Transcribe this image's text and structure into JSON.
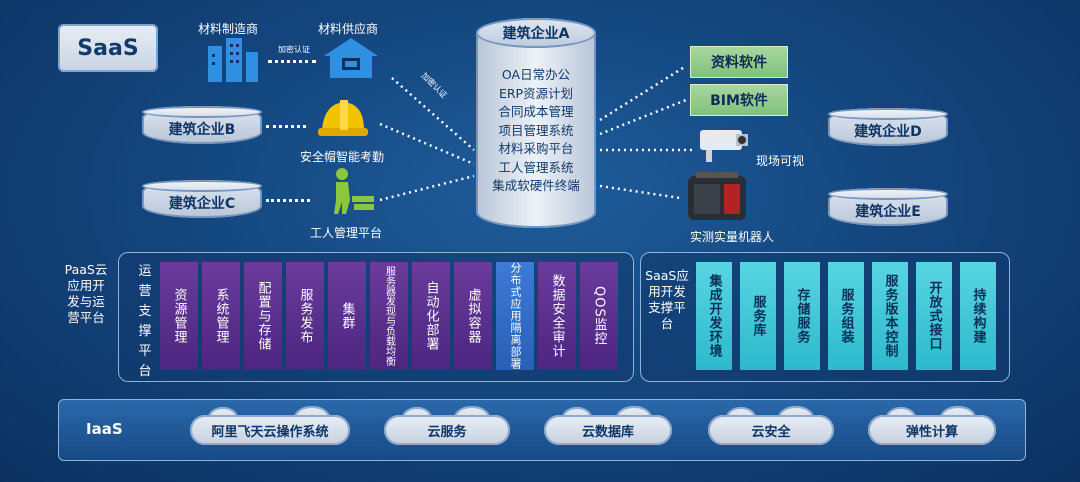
{
  "saas": {
    "label": "SaaS"
  },
  "top": {
    "manufacturer": "材料制造商",
    "supplier": "材料供应商",
    "encrypt_auth_1": "加密认证",
    "encrypt_auth_2": "加密认证",
    "helmet": "安全帽智能考勤",
    "worker": "工人管理平台",
    "companyA": "建筑企业A",
    "companyB": "建筑企业B",
    "companyC": "建筑企业C",
    "companyD": "建筑企业D",
    "companyE": "建筑企业E",
    "companyA_systems": [
      "OA日常办公",
      "ERP资源计划",
      "合同成本管理",
      "项目管理系统",
      "材料采购平台",
      "工人管理系统",
      "集成软硬件终端"
    ],
    "doc_software": "资料软件",
    "bim_software": "BIM软件",
    "onsite_visual": "现场可视",
    "robot": "实测实量机器人"
  },
  "paas": {
    "title": "PaaS云应用开发与运营平台",
    "ops_label": "运营支撑平台",
    "cells": [
      "资源管理",
      "系统管理",
      "配置与存储",
      "服务发布",
      "集群",
      "服务器发现与负载均衡",
      "自动化部署",
      "虚拟容器",
      "分布式应用隔离部署",
      "数据安全审计",
      "QOS监控"
    ]
  },
  "saas_dev": {
    "title": "SaaS应用开发支撑平台",
    "cells": [
      "集成开发环境",
      "服务库",
      "存储服务",
      "服务组装",
      "服务版本控制",
      "开放式接口",
      "持续构建"
    ]
  },
  "iaas": {
    "label": "IaaS",
    "clouds": [
      "阿里飞天云操作系统",
      "云服务",
      "云数据库",
      "云安全",
      "弹性计算"
    ]
  }
}
